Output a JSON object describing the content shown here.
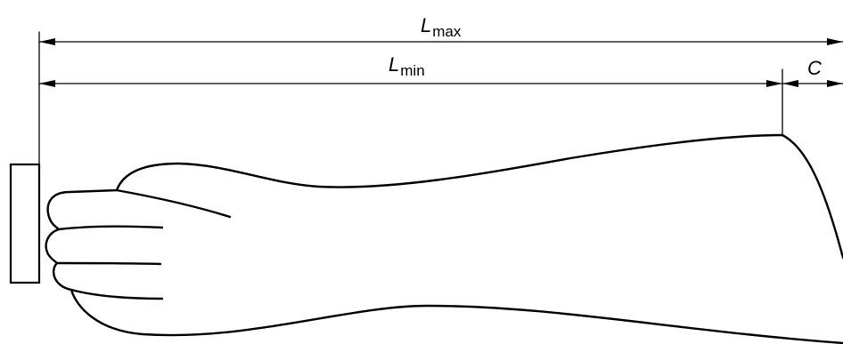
{
  "diagram": {
    "dimensions": {
      "max": {
        "symbol": "L",
        "subscript": "max"
      },
      "min": {
        "symbol": "L",
        "subscript": "min"
      },
      "cuff": {
        "symbol": "C"
      }
    }
  }
}
